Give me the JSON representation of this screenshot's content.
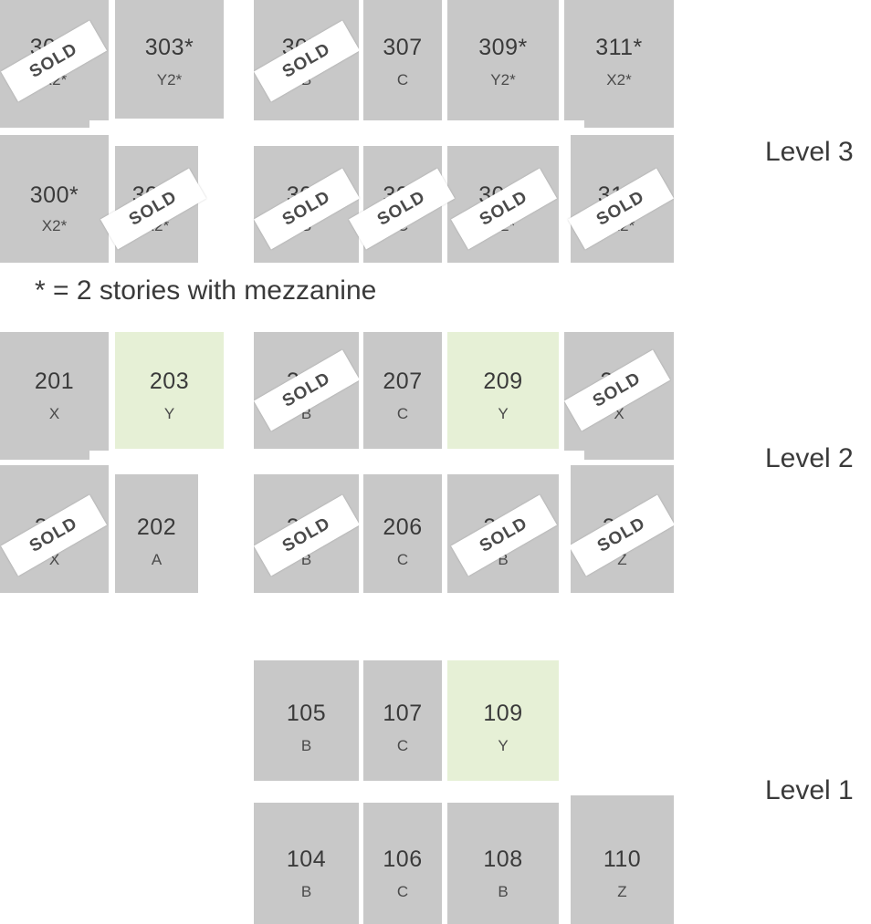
{
  "levels": {
    "level3": "Level 3",
    "level2": "Level 2",
    "level1": "Level 1"
  },
  "legend": "* = 2 stories with mezzanine",
  "sold_label": "SOLD",
  "colors": {
    "unit_gray": "#c8c8c8",
    "unit_available": "#e6f0d6"
  },
  "units": {
    "u301": {
      "num": "301*",
      "type": "X2*"
    },
    "u303": {
      "num": "303*",
      "type": "Y2*"
    },
    "u305": {
      "num": "305*",
      "type": "B"
    },
    "u307": {
      "num": "307",
      "type": "C"
    },
    "u309": {
      "num": "309*",
      "type": "Y2*"
    },
    "u311": {
      "num": "311*",
      "type": "X2*"
    },
    "u300": {
      "num": "300*",
      "type": "X2*"
    },
    "u302": {
      "num": "302*",
      "type": "X2*"
    },
    "u304": {
      "num": "304",
      "type": "B"
    },
    "u306": {
      "num": "306",
      "type": "C"
    },
    "u308": {
      "num": "308*",
      "type": "Z2*"
    },
    "u310": {
      "num": "310*",
      "type": "X2*"
    },
    "u201": {
      "num": "201",
      "type": "X"
    },
    "u203": {
      "num": "203",
      "type": "Y"
    },
    "u205": {
      "num": "205",
      "type": "B"
    },
    "u207": {
      "num": "207",
      "type": "C"
    },
    "u209": {
      "num": "209",
      "type": "Y"
    },
    "u211": {
      "num": "211",
      "type": "X"
    },
    "u200": {
      "num": "200",
      "type": "X"
    },
    "u202": {
      "num": "202",
      "type": "A"
    },
    "u204": {
      "num": "204",
      "type": "B"
    },
    "u206": {
      "num": "206",
      "type": "C"
    },
    "u208": {
      "num": "208",
      "type": "B"
    },
    "u210": {
      "num": "210",
      "type": "Z"
    },
    "u105": {
      "num": "105",
      "type": "B"
    },
    "u107": {
      "num": "107",
      "type": "C"
    },
    "u109": {
      "num": "109",
      "type": "Y"
    },
    "u104": {
      "num": "104",
      "type": "B"
    },
    "u106": {
      "num": "106",
      "type": "C"
    },
    "u108": {
      "num": "108",
      "type": "B"
    },
    "u110": {
      "num": "110",
      "type": "Z"
    }
  }
}
